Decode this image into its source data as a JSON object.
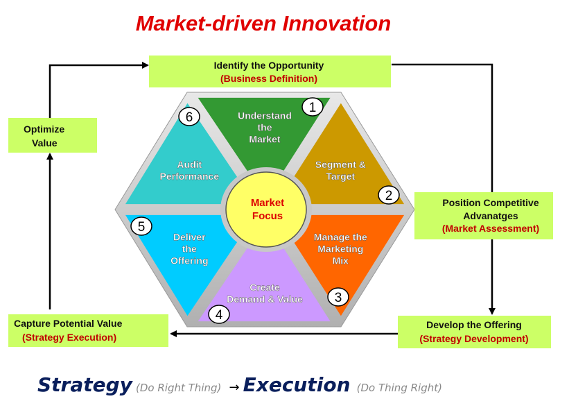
{
  "title": "Market-driven Innovation",
  "center": {
    "line1": "Market",
    "line2": "Focus"
  },
  "segments": [
    {
      "num": "1",
      "lines": [
        "Understand",
        "the",
        "Market"
      ],
      "color": "#339933"
    },
    {
      "num": "2",
      "lines": [
        "Segment &",
        "Target"
      ],
      "color": "#cc9900"
    },
    {
      "num": "3",
      "lines": [
        "Manage the",
        "Marketing",
        "Mix"
      ],
      "color": "#ff6600"
    },
    {
      "num": "4",
      "lines": [
        "Create",
        "Demand  & Value"
      ],
      "color": "#cc99ff"
    },
    {
      "num": "5",
      "lines": [
        "Deliver",
        "the",
        "Offering"
      ],
      "color": "#00ccff"
    },
    {
      "num": "6",
      "lines": [
        "Audit",
        "Performance"
      ],
      "color": "#33cccc"
    }
  ],
  "boxes": {
    "identify": {
      "line1": "Identify  the Opportunity",
      "line2": "(Business Definition)"
    },
    "optimize": {
      "line1": "Optimize",
      "line2": "Value"
    },
    "position": {
      "line1": "Position  Competitive",
      "line2": "Advanatges",
      "line3": "(Market Assessment)"
    },
    "develop": {
      "line1": "Develop  the Offering",
      "line2": "(Strategy Development)"
    },
    "capture": {
      "line1": "Capture  Potential Value",
      "line2": "(Strategy Execution)"
    }
  },
  "footer": {
    "strategy": "Strategy",
    "strategy_note": "(Do Right Thing)",
    "arrow": "→",
    "execution": "Execution",
    "execution_note": "(Do Thing Right)"
  }
}
